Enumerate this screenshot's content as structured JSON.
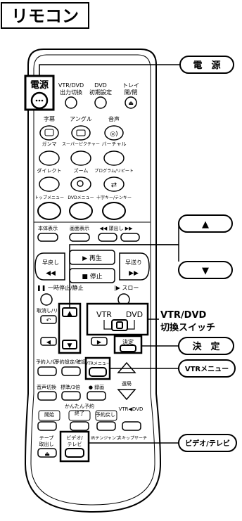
{
  "title": "リモコン",
  "remote": {
    "top_buttons": [
      {
        "label": "電源"
      },
      {
        "label": "VTR/DVD\n出力切換"
      },
      {
        "label": "DVD\n初期設定"
      },
      {
        "label": "トレイ\n開/閉"
      }
    ],
    "row2_labels": [
      "字幕",
      "アングル",
      "音声"
    ],
    "row3_labels": [
      "ガンマ",
      "スーパーピクチャー",
      "バーチャル"
    ],
    "row4_labels": [
      "ダイレクト",
      "ズーム",
      "プログラム/リピート"
    ],
    "row5_labels": [
      "トップメニュー",
      "DVDメニュー",
      "十字キー/テンキー"
    ],
    "row6_labels": [
      "本体表示",
      "画面表示",
      "◀◀ 頭出し ▶▶"
    ],
    "transport": {
      "rew": "早戻し",
      "play": "▶ 再生",
      "stop": "■ 停止",
      "ff": "早送り"
    },
    "pause_label": "❚❚ 一時停止/静止",
    "slow_label": "|▶ スロー",
    "cancel_label": "取消し/リセット",
    "vtr_label": "VTR",
    "dvd_label": "DVD",
    "enter_label": "決定",
    "row_bottom1": [
      "予約入/切",
      "予約設定/確認",
      "VTRメニュー"
    ],
    "channel_label": "選局",
    "row_bottom2": [
      "音声切換",
      "標準/3倍",
      "● 録画"
    ],
    "row_bottom3": [
      "開始",
      "かんたん予約\n終了",
      "予約戻し",
      "VTR◀DVD"
    ],
    "row_bottom4": [
      "テープ\n取出し",
      "ビデオ/\nテレビ",
      "IRテンジャンプ",
      "スキップサーチ"
    ]
  },
  "callouts": {
    "power": "電　源",
    "up": "▲",
    "down": "▼",
    "switch_line1": "VTR/DVD",
    "switch_line2": "切換スイッチ",
    "enter": "決　定",
    "vtr_menu": "VTRメニュー",
    "video_tv": "ビデオ/テレビ"
  }
}
